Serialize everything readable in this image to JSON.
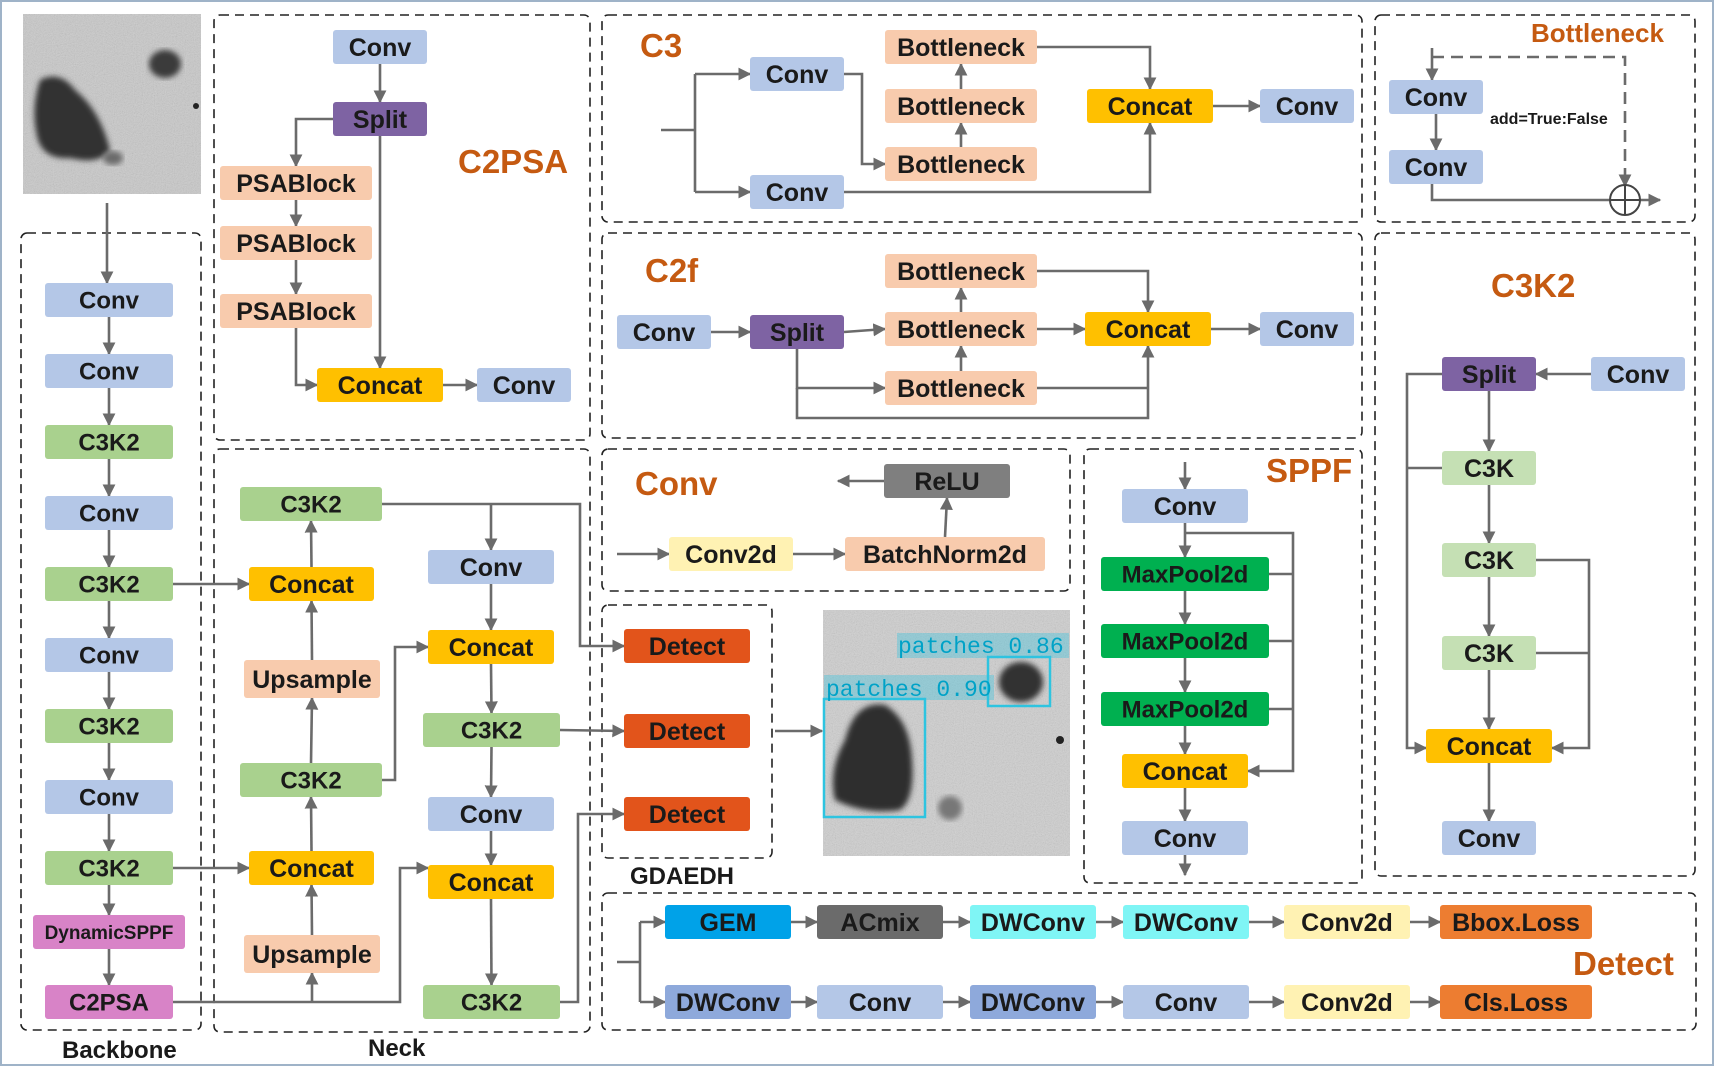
{
  "colors": {
    "conv": "#b4c7e7",
    "split": "#7e63a3",
    "psablock": "#f8cbad",
    "bottleneck": "#f8cbad",
    "upsample": "#f8cbad",
    "batchnorm": "#f8cbad",
    "concat": "#ffc000",
    "c3k2": "#a9d18e",
    "c3k": "#c5e0b4",
    "dynsppf": "#d883c7",
    "c2psa": "#d883c7",
    "conv2d_y": "#fff2b3",
    "maxpool": "#00b050",
    "relu": "#7f7f7f",
    "detect": "#e2541b",
    "gem": "#00a2e8",
    "acmix": "#6b6b6b",
    "dwconv_cyan": "#7ff5f5",
    "dwconv_blue": "#8ea9db",
    "bbox_loss": "#ed7d31",
    "cls_loss": "#ed7d31",
    "title": "#c55a11",
    "patch_box": "#2ec4e0"
  },
  "labels": {
    "backbone": "Backbone",
    "neck": "Neck",
    "gdaedh": "GDAEDH",
    "title_c2psa": "C2PSA",
    "title_c3": "C3",
    "title_bottleneck": "Bottleneck",
    "title_c2f": "C2f",
    "title_c3k2": "C3K2",
    "title_conv": "Conv",
    "title_sppf": "SPPF",
    "title_detect": "Detect",
    "add_note": "add=True:False"
  },
  "blocks": {
    "bb_conv1": "Conv",
    "bb_conv2": "Conv",
    "bb_c3k2_1": "C3K2",
    "bb_conv3": "Conv",
    "bb_c3k2_2": "C3K2",
    "bb_conv4": "Conv",
    "bb_c3k2_3": "C3K2",
    "bb_conv5": "Conv",
    "bb_c3k2_4": "C3K2",
    "bb_dynsppf": "DynamicSPPF",
    "bb_c2psa": "C2PSA",
    "c2psa_conv_in": "Conv",
    "c2psa_split": "Split",
    "c2psa_psa1": "PSABlock",
    "c2psa_psa2": "PSABlock",
    "c2psa_psa3": "PSABlock",
    "c2psa_concat": "Concat",
    "c2psa_conv_out": "Conv",
    "nk_c3k2_top": "C3K2",
    "nk_concat_1": "Concat",
    "nk_upsample_1": "Upsample",
    "nk_c3k2_mid": "C3K2",
    "nk_concat_2": "Concat",
    "nk_upsample_2": "Upsample",
    "nk_conv_a": "Conv",
    "nk_concat_3": "Concat",
    "nk_c3k2_r1": "C3K2",
    "nk_conv_b": "Conv",
    "nk_concat_4": "Concat",
    "nk_c3k2_r2": "C3K2",
    "c3_conv_a": "Conv",
    "c3_conv_b": "Conv",
    "c3_bn1": "Bottleneck",
    "c3_bn2": "Bottleneck",
    "c3_bn3": "Bottleneck",
    "c3_concat": "Concat",
    "c3_conv_out": "Conv",
    "bn_conv1": "Conv",
    "bn_conv2": "Conv",
    "c2f_conv_in": "Conv",
    "c2f_split": "Split",
    "c2f_bn1": "Bottleneck",
    "c2f_bn2": "Bottleneck",
    "c2f_bn3": "Bottleneck",
    "c2f_concat": "Concat",
    "c2f_conv_out": "Conv",
    "cv_conv2d": "Conv2d",
    "cv_batchnorm": "BatchNorm2d",
    "cv_relu": "ReLU",
    "det1": "Detect",
    "det2": "Detect",
    "det3": "Detect",
    "sp_conv_in": "Conv",
    "sp_mp1": "MaxPool2d",
    "sp_mp2": "MaxPool2d",
    "sp_mp3": "MaxPool2d",
    "sp_concat": "Concat",
    "sp_conv_out": "Conv",
    "ck_conv_in": "Conv",
    "ck_split": "Split",
    "ck_c3k1": "C3K",
    "ck_c3k2": "C3K",
    "ck_c3k3": "C3K",
    "ck_concat": "Concat",
    "ck_conv_out": "Conv",
    "dt_gem": "GEM",
    "dt_acmix": "ACmix",
    "dt_dw1": "DWConv",
    "dt_dw2": "DWConv",
    "dt_conv2d_a": "Conv2d",
    "dt_bbox": "Bbox.Loss",
    "dt_dw3": "DWConv",
    "dt_conv_a": "Conv",
    "dt_dw4": "DWConv",
    "dt_conv_b": "Conv",
    "dt_conv2d_b": "Conv2d",
    "dt_cls": "Cls.Loss"
  },
  "detections": [
    {
      "label": "patches 0.86"
    },
    {
      "label": "patches 0.90"
    }
  ]
}
